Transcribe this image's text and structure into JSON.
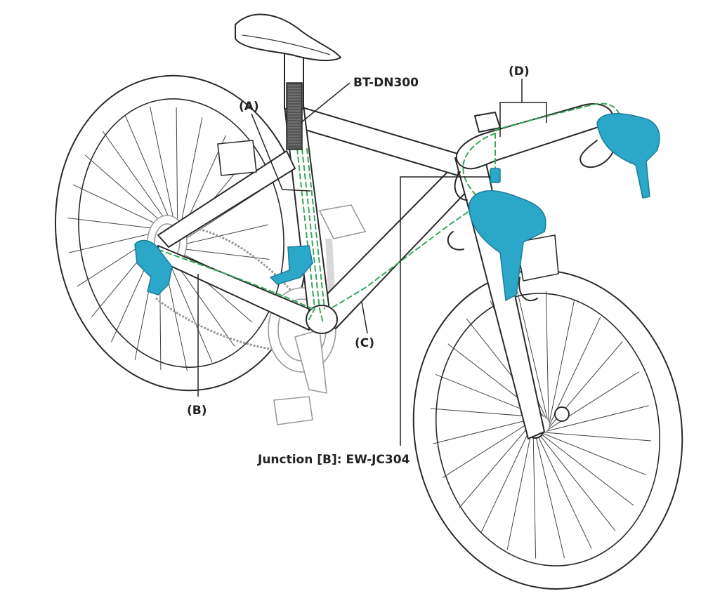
{
  "labels": {
    "battery": "BT-DN300",
    "a": "(A)",
    "b": "(B)",
    "c": "(C)",
    "d": "(D)",
    "junction": "Junction [B]: EW-JC304"
  },
  "colors": {
    "component": "#2aa7c9",
    "cable": "#3aa65c",
    "outline": "#2a2a2a",
    "ghost": "#9a9a9a"
  },
  "icons": {
    "shifters": "shift-lever",
    "derailleurs": "derailleur"
  }
}
